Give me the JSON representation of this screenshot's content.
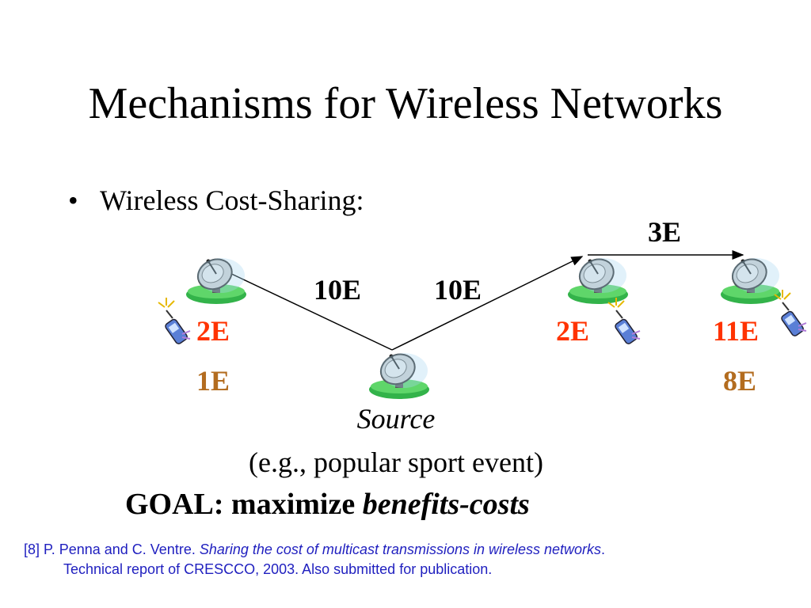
{
  "slide": {
    "title": "Mechanisms for Wireless Networks",
    "bullet": {
      "marker": "•",
      "text": "Wireless Cost-Sharing:"
    }
  },
  "diagram": {
    "edges": {
      "left_edge_cost": "10E",
      "middle_edge_cost": "10E",
      "right_edge_cost": "3E"
    },
    "stations": [
      {
        "id": "left-station",
        "benefit": "2E",
        "cost": "1E"
      },
      {
        "id": "middle-station",
        "benefit": "2E"
      },
      {
        "id": "right-station",
        "benefit": "11E",
        "cost": "8E"
      }
    ],
    "source": {
      "label": "Source",
      "description": "(e.g., popular sport event)"
    },
    "icons": [
      "satellite-dish-icon",
      "cell-phone-icon"
    ],
    "colors": {
      "benefit": "#ff3300",
      "cost": "#b36c1f",
      "reference": "#1f1fbf"
    }
  },
  "goal": {
    "prefix": "GOAL: maximize",
    "emphasis": "benefits-costs"
  },
  "reference": {
    "authors": "[8] P. Penna and C. Ventre.",
    "title": "Sharing the cost of multicast transmissions in wireless networks",
    "period": ".",
    "line2": "Technical report of CRESCCO, 2003. Also submitted for publication."
  }
}
